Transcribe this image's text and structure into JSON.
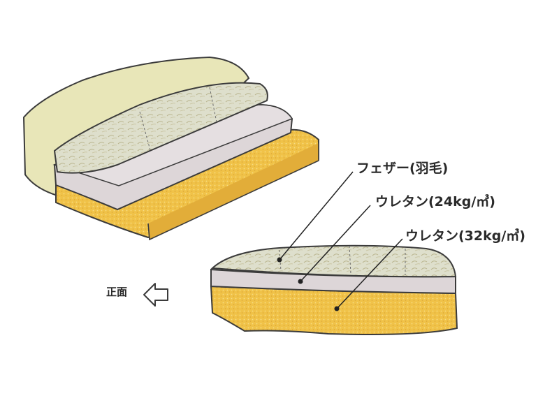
{
  "labels": {
    "feather": "フェザー(羽毛)",
    "urethane_24": "ウレタン(24kg/㎥)",
    "urethane_32": "ウレタン(32kg/㎥)",
    "front": "正面"
  },
  "colors": {
    "back_cushion": "#e8e6b8",
    "feather": "#ddddc8",
    "urethane_24": "#ddd6d8",
    "urethane_32": "#f0c248",
    "outline": "#3b3b3b"
  },
  "icons": [
    "front-arrow-icon"
  ]
}
